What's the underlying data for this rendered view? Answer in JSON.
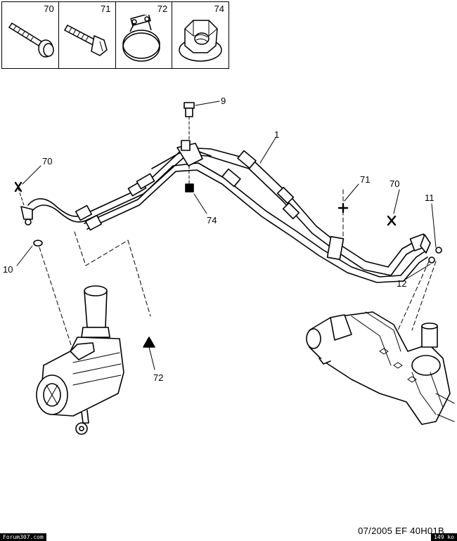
{
  "legend": [
    {
      "number": "70",
      "icon": "flange-bolt-icon"
    },
    {
      "number": "71",
      "icon": "bolt-icon"
    },
    {
      "number": "72",
      "icon": "hose-clamp-icon"
    },
    {
      "number": "74",
      "icon": "flange-nut-icon"
    }
  ],
  "callouts": {
    "c1": "1",
    "c9": "9",
    "c70a": "70",
    "c70b": "70",
    "c71": "71",
    "c74": "74",
    "c10": "10",
    "c11": "11",
    "c12": "12",
    "c72": "72"
  },
  "footer": {
    "date_ref": "07/2005   EF 40H01B",
    "site": "Forum307.com",
    "size": "149 ko"
  }
}
